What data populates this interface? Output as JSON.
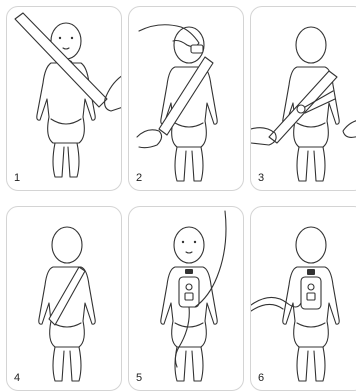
{
  "steps": [
    {
      "number": "1",
      "view": "front"
    },
    {
      "number": "2",
      "view": "back"
    },
    {
      "number": "3",
      "view": "back"
    },
    {
      "number": "4",
      "view": "back"
    },
    {
      "number": "5",
      "view": "front"
    },
    {
      "number": "6",
      "view": "back"
    }
  ]
}
